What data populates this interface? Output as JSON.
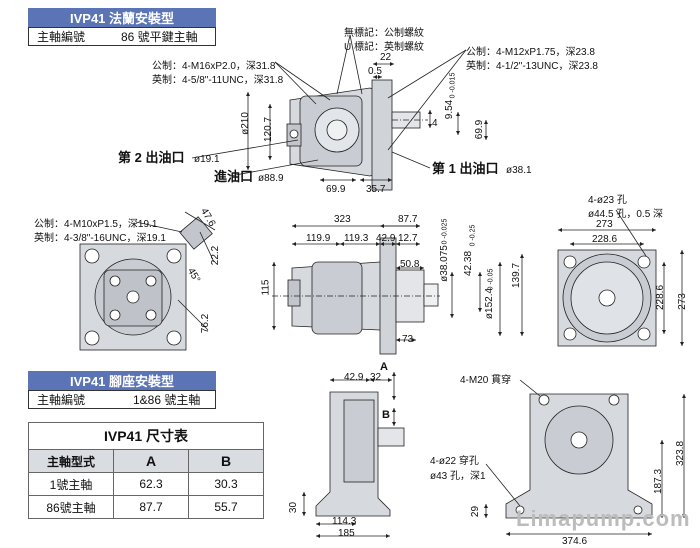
{
  "flange": {
    "title": "IVP41 法蘭安裝型",
    "shaft_label": "主軸編號",
    "shaft_value": "86 號平鍵主軸"
  },
  "foot": {
    "title": "IVP41 腳座安裝型",
    "shaft_label": "主軸編號",
    "shaft_value": "1&86 號主軸"
  },
  "notes": {
    "no_mark": "無標記：公制螺紋",
    "u_mark": "U 標記：英制螺紋",
    "metric_left": "公制：4-M16xP2.0，深31.8",
    "imperial_left": "英制：4-5/8\"-11UNC，深31.8",
    "metric_right": "公制：4-M12xP1.75，深23.8",
    "imperial_right": "英制：4-1/2\"-13UNC，深23.8",
    "metric_mid": "公制：4-M10xP1.5，深19.1",
    "imperial_mid": "英制：4-3/8\"-16UNC，深19.1",
    "port2": "第 2 出油口",
    "port2_dim": "ø19.1",
    "inlet": "進油口",
    "inlet_dim": "ø88.9",
    "port1": "第 1 出油口",
    "port1_dim": "ø38.1",
    "hole_flange_1": "4-ø23 孔",
    "hole_flange_2": "ø44.5 孔，0.5 深",
    "foot_m20": "4-M20 貫穿",
    "foot_hole_1": "4-ø22 穿孔",
    "foot_hole_2": "ø43 孔，深1"
  },
  "dims": {
    "d210": "ø210",
    "d120_7": "120.7",
    "d22": "22",
    "d0_5": "0.5",
    "d4": "4",
    "d9_54": "9.54",
    "d9_54_tol": "0 -0.015",
    "d69_9v": "69.9",
    "d69_9": "69.9",
    "d35_7": "35.7",
    "d47_6": "47.6",
    "d22_2": "22.2",
    "d45": "45°",
    "d76_2": "76.2",
    "d323": "323",
    "d87_7": "87.7",
    "d119_9a": "119.9",
    "d119_3": "119.3",
    "d42_9": "42.9",
    "d12_7": "12.7",
    "d50_8": "50.8",
    "d38_075": "ø38.075",
    "d38_075_tol": "0 -0.025",
    "d42_38": "42.38",
    "d42_38_tol": "0 -0.25",
    "d152_4": "ø152.4",
    "d152_4_tol": "0 -0.05",
    "d139_7": "139.7",
    "d115": "115",
    "d73": "73",
    "d273a": "273",
    "d228_6a": "228.6",
    "d228_6b": "228.6",
    "d273b": "273",
    "fA": "A",
    "fB": "B",
    "f42_9": "42.9",
    "f32": "32",
    "f30": "30",
    "f114_3": "114.3",
    "f185": "185",
    "f29": "29",
    "f187_3": "187.3",
    "f323_8": "323.8",
    "f374_6": "374.6"
  },
  "table": {
    "title": "IVP41 尺寸表",
    "col_type": "主軸型式",
    "col_a": "A",
    "col_b": "B",
    "rows": [
      {
        "type": "1號主軸",
        "a": "62.3",
        "b": "30.3"
      },
      {
        "type": "86號主軸",
        "a": "87.7",
        "b": "55.7"
      }
    ]
  },
  "watermark": "Limapump.com",
  "colors": {
    "header": "#5b74b5",
    "pump_body": "#d6d9de",
    "table_header": "#d9dde2"
  }
}
